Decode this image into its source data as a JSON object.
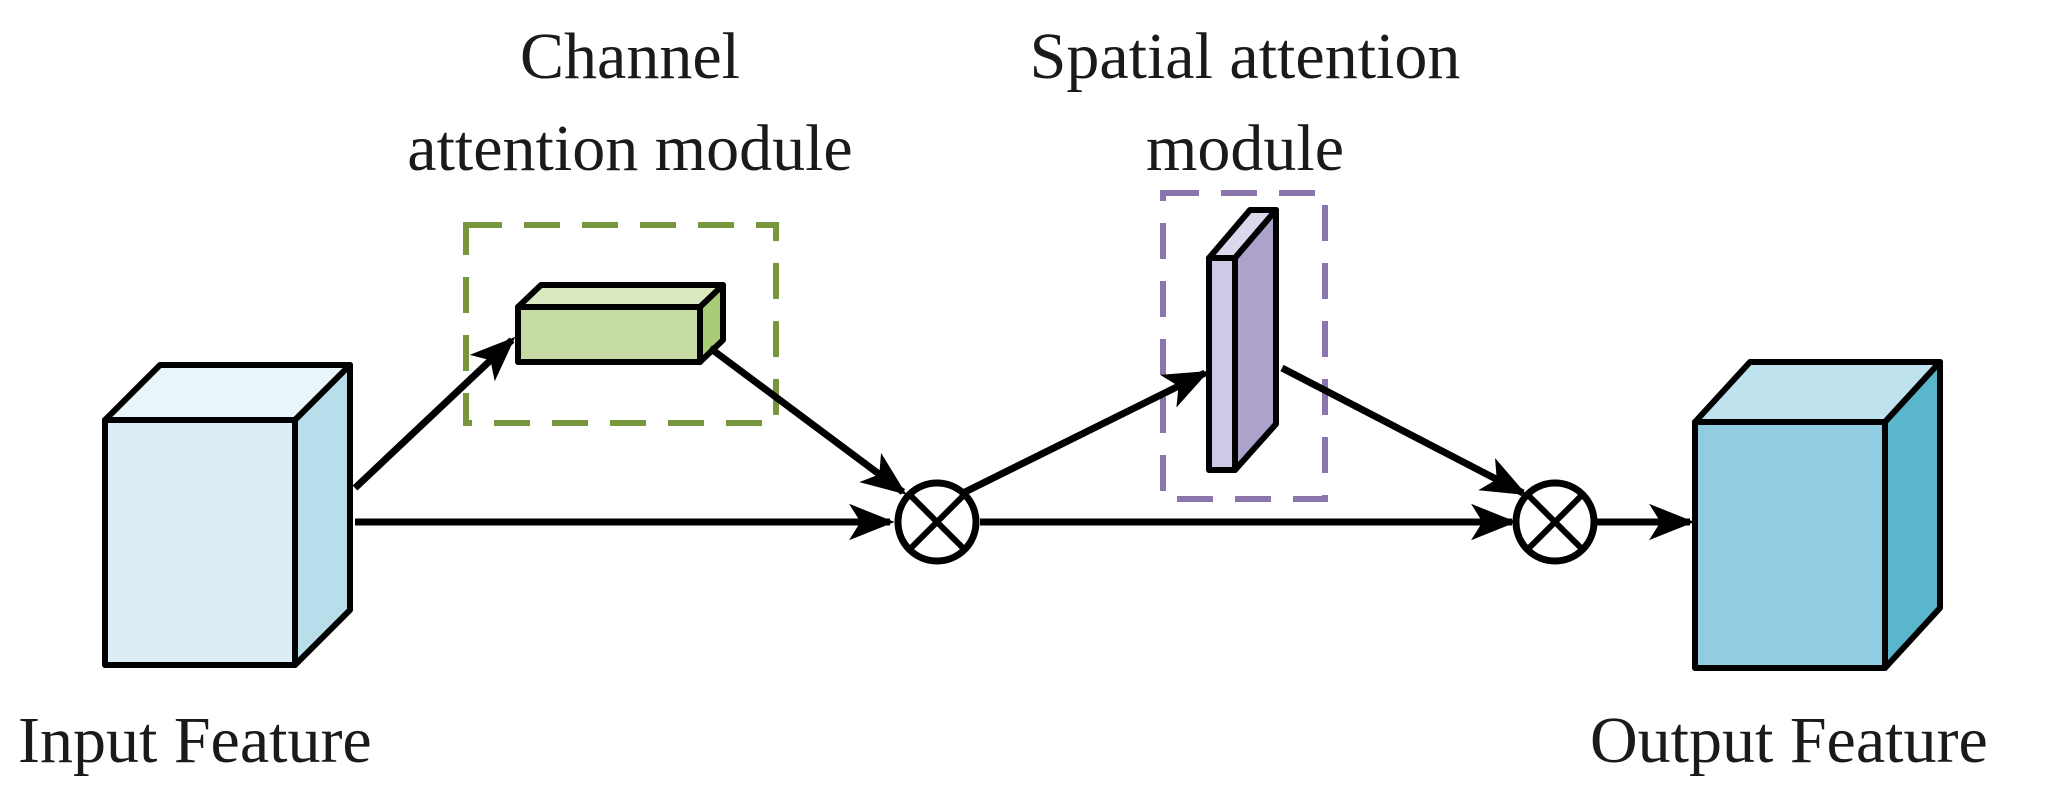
{
  "labels": {
    "input_feature": "Input Feature",
    "output_feature": "Output Feature",
    "channel_module_line1": "Channel",
    "channel_module_line2": "attention module",
    "spatial_module_line1": "Spatial attention",
    "spatial_module_line2": "module"
  },
  "colors": {
    "input_cube_front": "#dceef5",
    "input_cube_top": "#e8f5f9",
    "input_cube_side": "#b7deea",
    "output_cube_front": "#90cde0",
    "output_cube_top": "#bfe3ee",
    "output_cube_side": "#5ab6cc",
    "channel_block_front": "#c6dba3",
    "channel_block_top": "#dbe9c2",
    "channel_block_side": "#a9cc78",
    "channel_dashed_box": "#77963e",
    "spatial_block_front": "#ada2cb",
    "spatial_block_top": "#ddd7ee",
    "spatial_block_side": "#cfc8e6",
    "spatial_dashed_box": "#8a76ad"
  },
  "icons": {
    "multiply_operator": "circled-times"
  }
}
